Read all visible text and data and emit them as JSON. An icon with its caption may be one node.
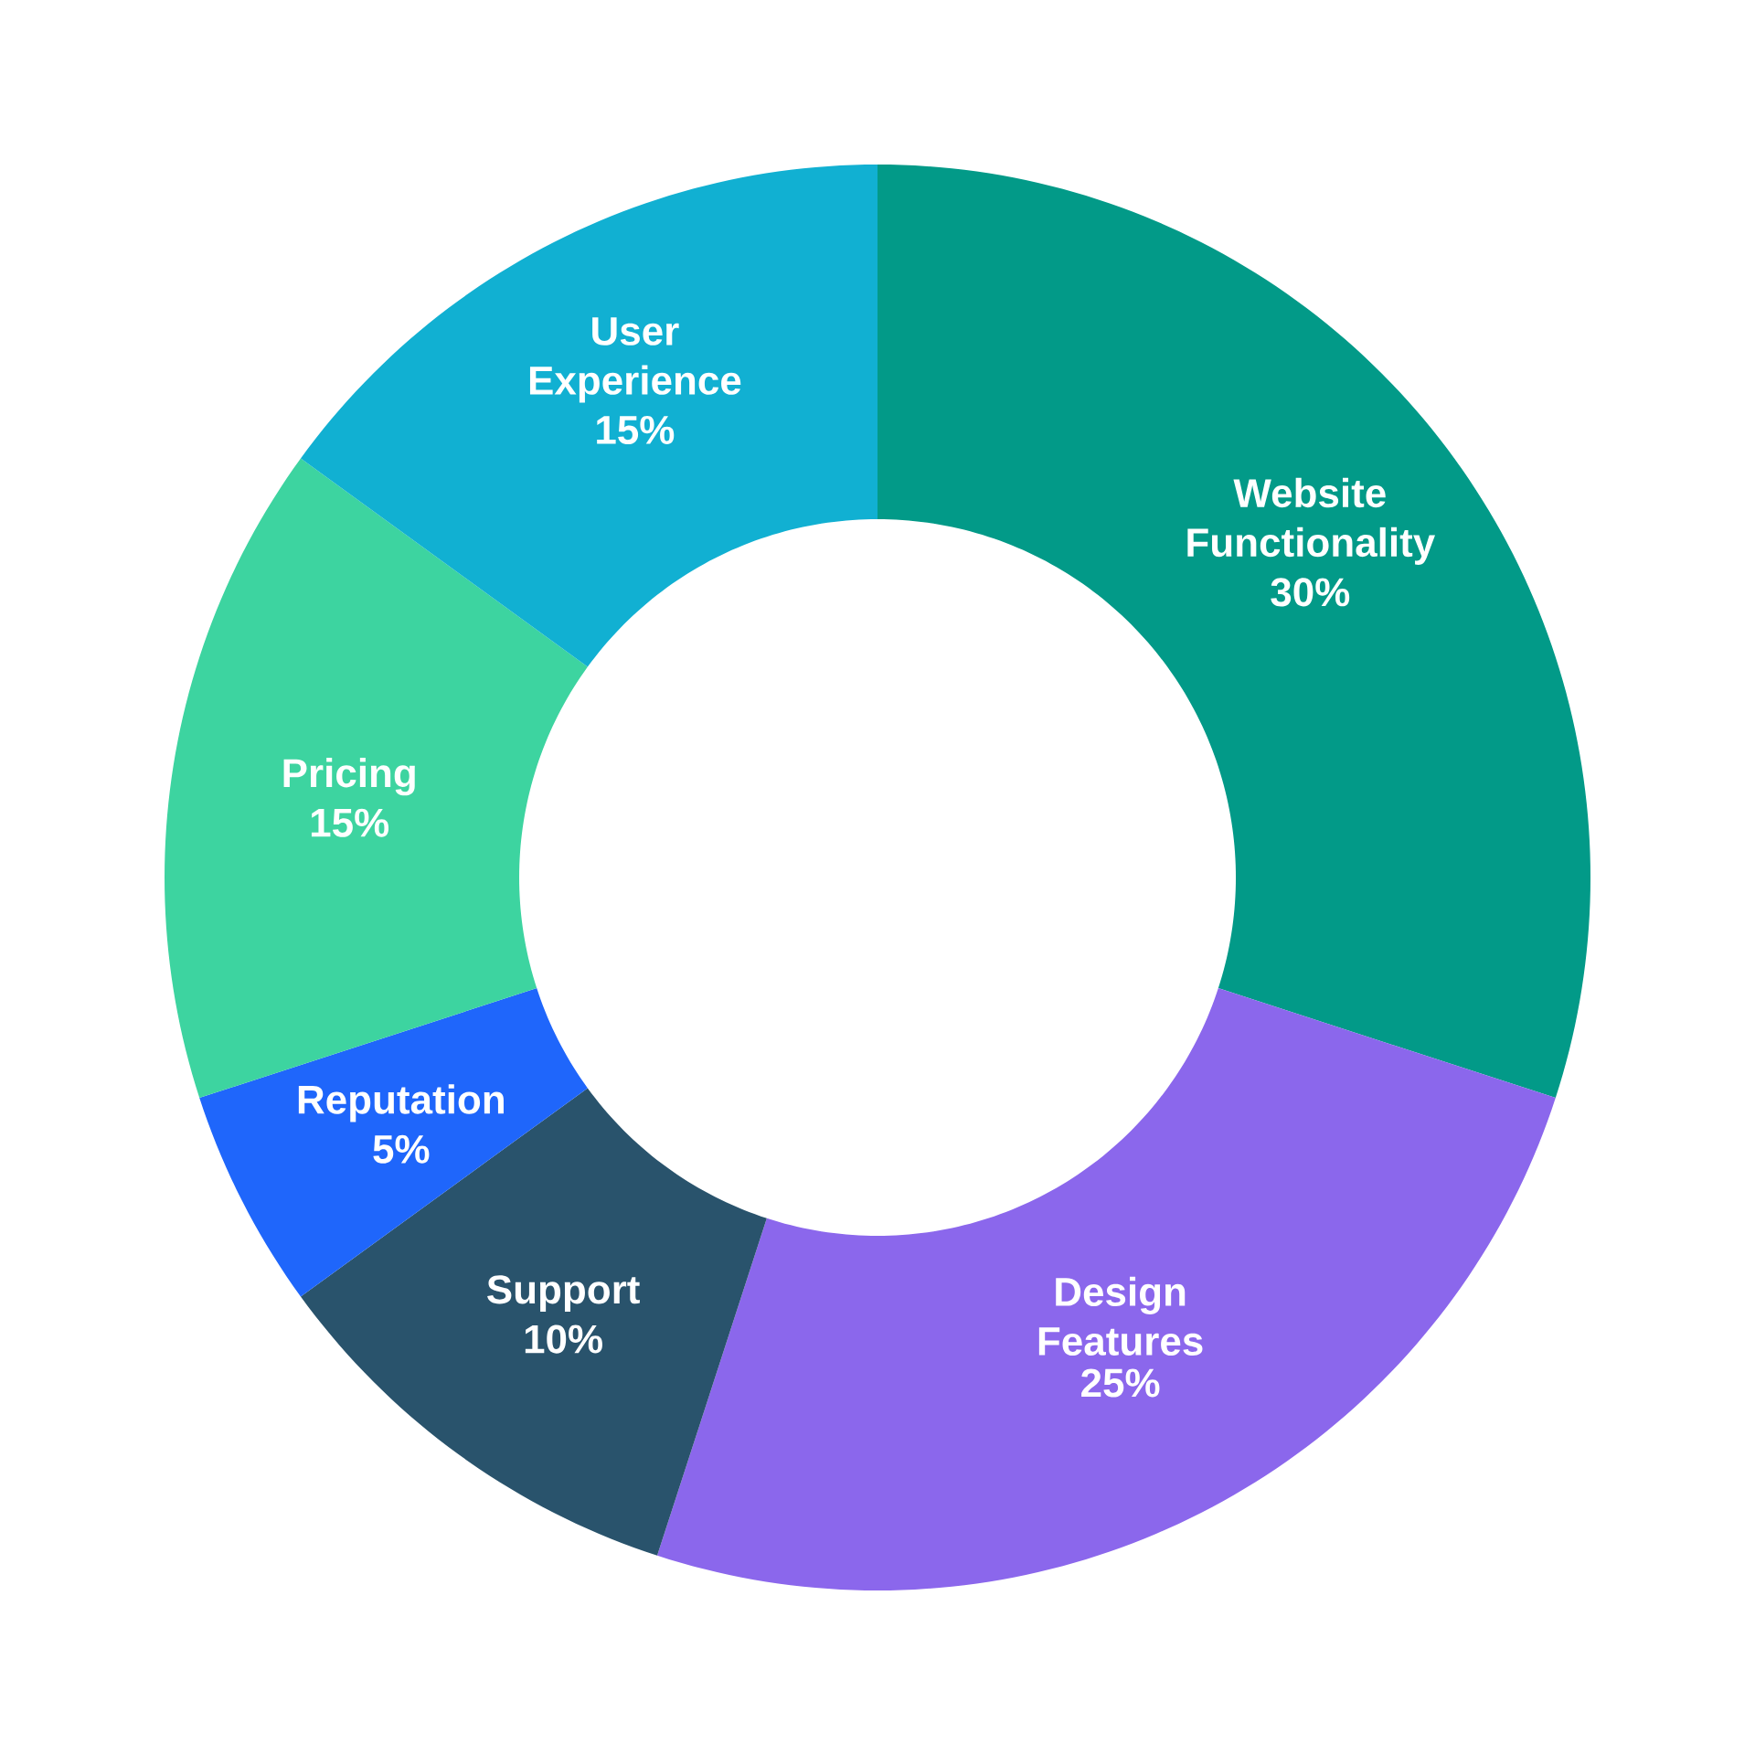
{
  "diagram": {
    "chart_data": {
      "type": "donut",
      "categories": [
        "Website Functionality",
        "Design Features",
        "Support",
        "Reputation",
        "Pricing",
        "User Experience"
      ],
      "values": [
        30,
        25,
        10,
        5,
        15,
        15
      ],
      "value_labels": [
        "30%",
        "25%",
        "10%",
        "5%",
        "15%",
        "15%"
      ]
    }
  }
}
